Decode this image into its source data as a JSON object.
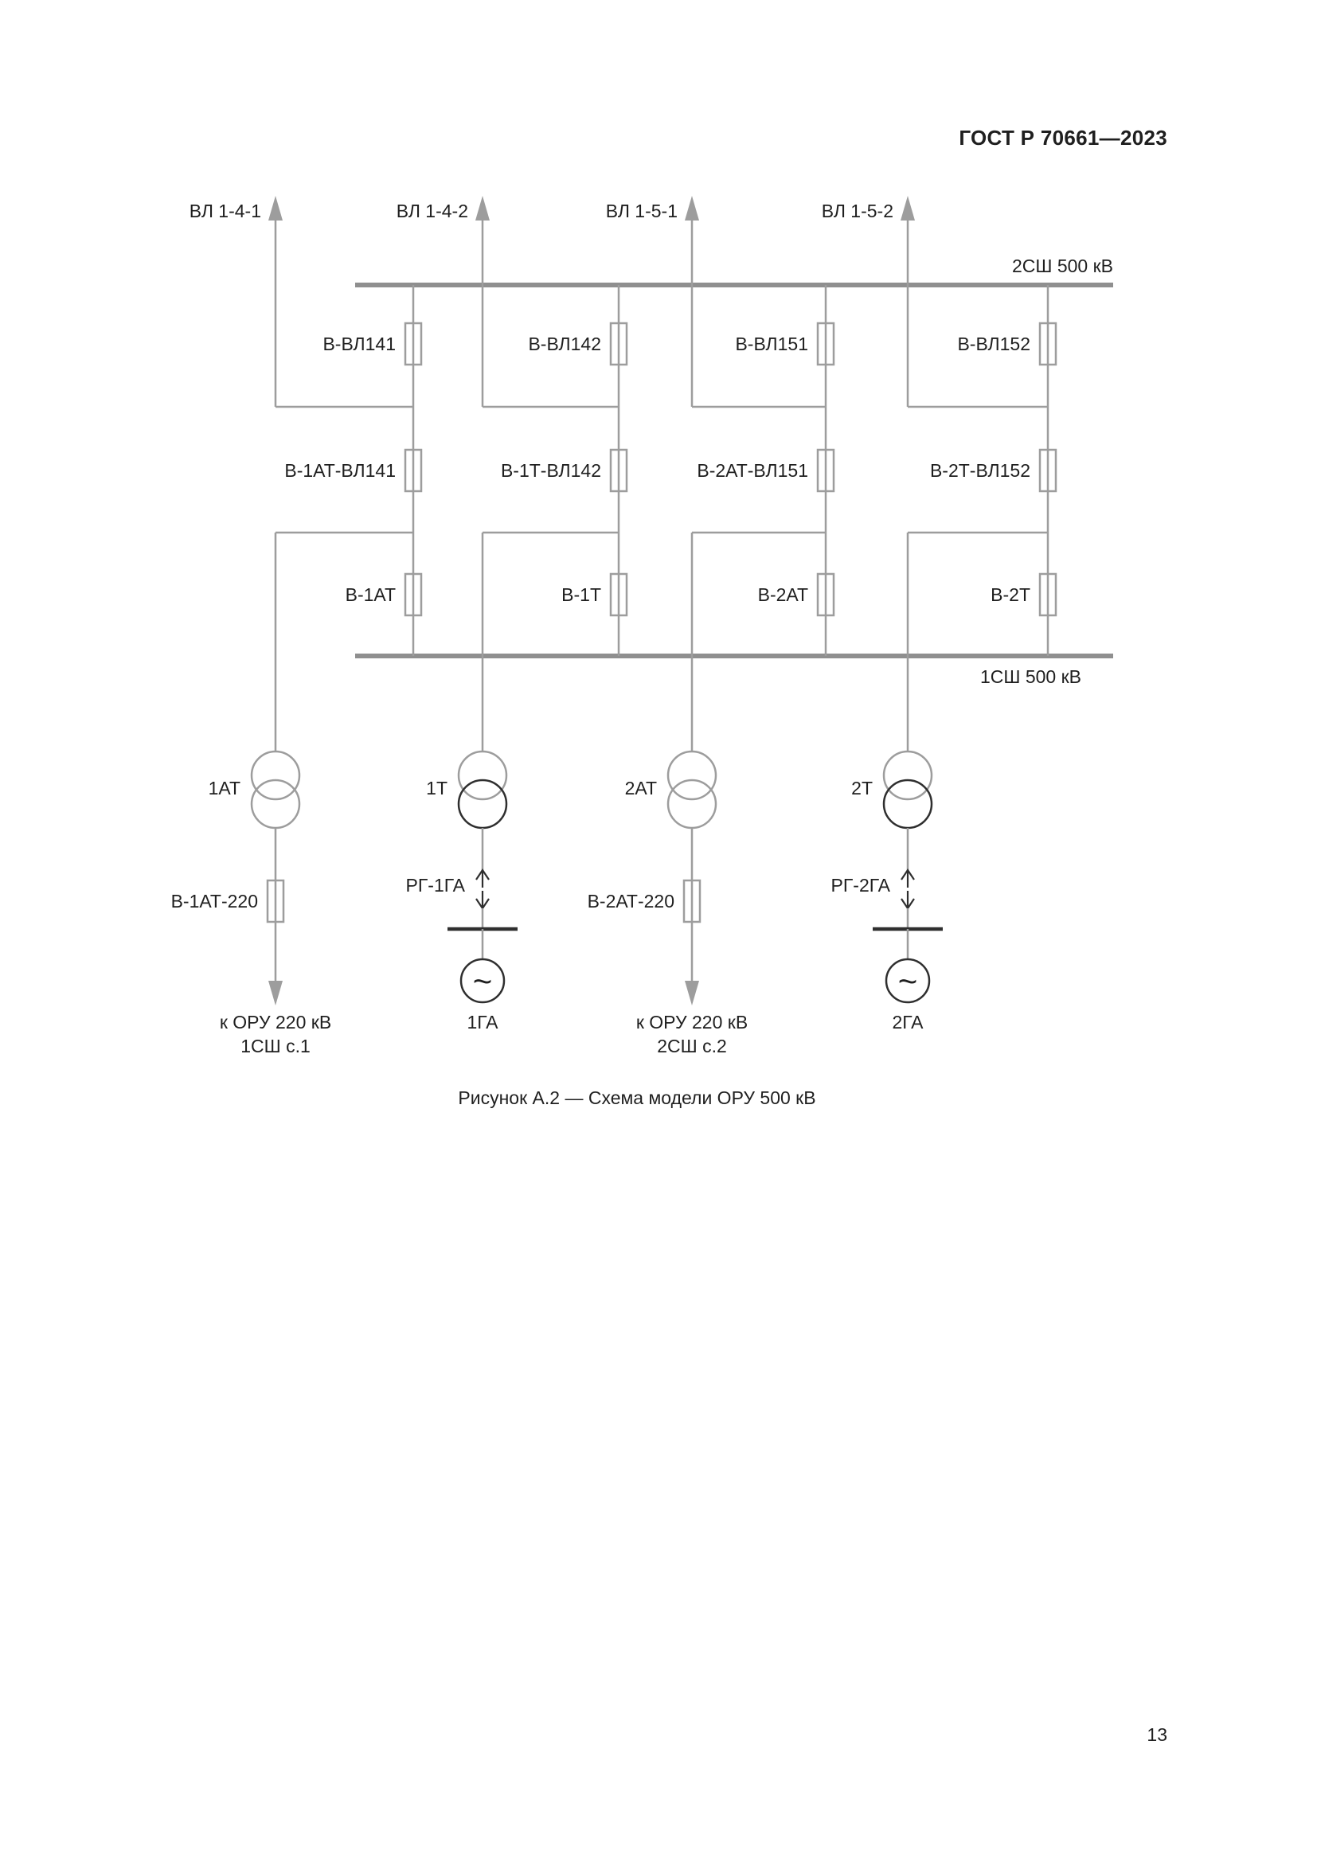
{
  "page": {
    "header": "ГОСТ Р 70661—2023",
    "page_number": "13",
    "caption": "Рисунок А.2 — Схема модели ОРУ 500 кВ"
  },
  "buses": {
    "top_label": "2СШ 500 кВ",
    "bottom_label": "1СШ 500 кВ"
  },
  "feeder_lines": [
    "ВЛ 1-4-1",
    "ВЛ 1-4-2",
    "ВЛ 1-5-1",
    "ВЛ 1-5-2"
  ],
  "breakers_row1": [
    "В-ВЛ141",
    "В-ВЛ142",
    "В-ВЛ151",
    "В-ВЛ152"
  ],
  "breakers_row2": [
    "В-1АТ-ВЛ141",
    "В-1Т-ВЛ142",
    "В-2АТ-ВЛ151",
    "В-2Т-ВЛ152"
  ],
  "breakers_row3": [
    "В-1АТ",
    "В-1Т",
    "В-2АТ",
    "В-2Т"
  ],
  "transformers": [
    "1АТ",
    "1Т",
    "2АТ",
    "2Т"
  ],
  "branches": [
    {
      "type": "outgoing-feeder",
      "breaker": "В-1АТ-220",
      "dest_line1": "к ОРУ 220 кВ",
      "dest_line2": "1СШ с.1"
    },
    {
      "type": "generator",
      "disconnector": "РГ-1ГА",
      "generator": "1ГА"
    },
    {
      "type": "outgoing-feeder",
      "breaker": "В-2АТ-220",
      "dest_line1": "к ОРУ 220 кВ",
      "dest_line2": "2СШ с.2"
    },
    {
      "type": "generator",
      "disconnector": "РГ-2ГА",
      "generator": "2ГА"
    }
  ],
  "symbols": {
    "generator_tilde": "~"
  },
  "colors": {
    "diagram_line": "#9d9d9d",
    "bus": "#8f8f8f",
    "dark_element": "#2f2f2f",
    "text": "#1f1f1f",
    "background": "#ffffff"
  }
}
